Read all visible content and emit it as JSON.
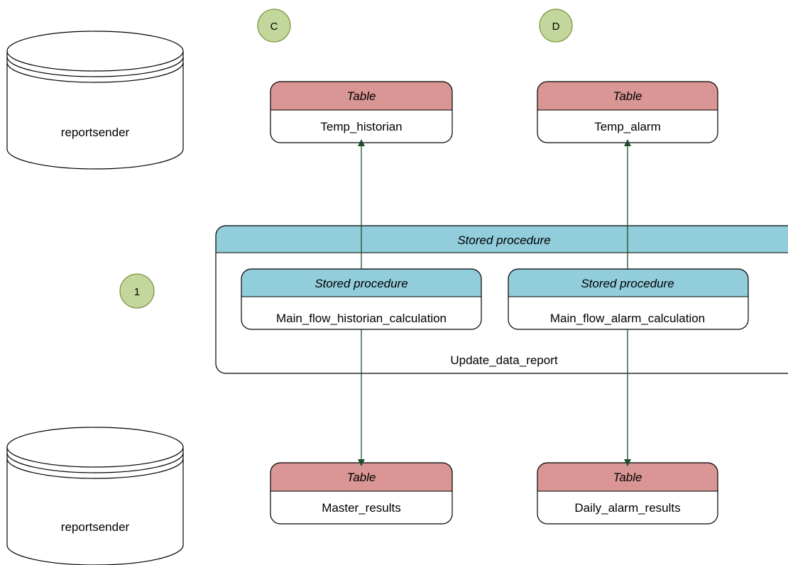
{
  "databases": [
    {
      "label": "reportsender"
    },
    {
      "label": "reportsender"
    }
  ],
  "badges": [
    {
      "label": "C"
    },
    {
      "label": "D"
    },
    {
      "label": "1"
    }
  ],
  "tables": {
    "temp_historian": {
      "header": "Table",
      "name": "Temp_historian"
    },
    "temp_alarm": {
      "header": "Table",
      "name": "Temp_alarm"
    },
    "master_results": {
      "header": "Table",
      "name": "Master_results"
    },
    "daily_alarm_results": {
      "header": "Table",
      "name": "Daily_alarm_results"
    }
  },
  "procedures": {
    "outer": {
      "header": "Stored procedure",
      "name": "Update_data_report"
    },
    "historian": {
      "header": "Stored procedure",
      "name": "Main_flow_historian_calculation"
    },
    "alarm": {
      "header": "Stored procedure",
      "name": "Main_flow_alarm_calculation"
    }
  },
  "colors": {
    "table_header": "#d99694",
    "procedure_header": "#92cddc",
    "badge_fill": "#c3d69b",
    "badge_stroke": "#77933c",
    "arrow": "#1e4d2b",
    "stroke": "#000000"
  }
}
